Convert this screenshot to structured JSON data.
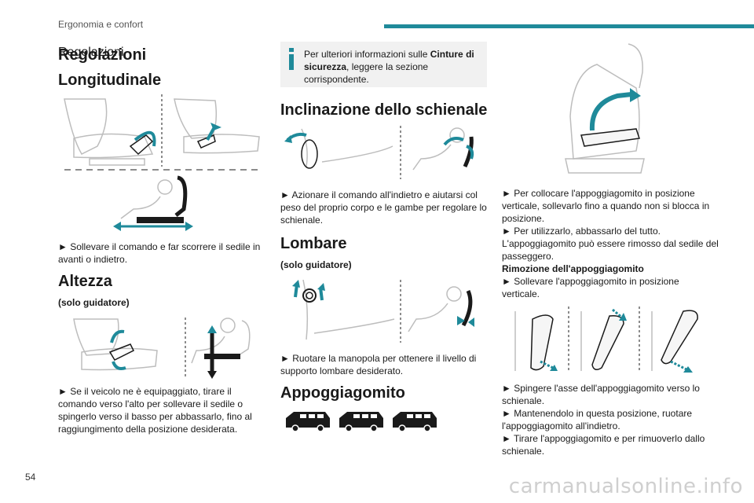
{
  "header": {
    "title": "Ergonomia e confort",
    "page_number": "54"
  },
  "watermark": "carmanualsonline.info",
  "col1": {
    "title": "Regolazioni",
    "longitudinale": {
      "heading": "Longitudinale",
      "text": "► Sollevare il comando e far scorrere il sedile in avanti o indietro."
    },
    "altezza": {
      "heading": "Altezza",
      "sub": "(solo guidatore)",
      "text": "► Se il veicolo ne è equipaggiato, tirare il comando verso l'alto per sollevare il sedile o spingerlo verso il basso per abbassarlo, fino al raggiungimento della posizione desiderata."
    }
  },
  "col2": {
    "info": {
      "text1": "Per ulteriori informazioni sulle ",
      "bold": "Cinture di sicurezza",
      "text2": ", leggere la sezione corrispondente."
    },
    "inclinazione": {
      "heading": "Inclinazione dello schienale",
      "text": "► Azionare il comando all'indietro e aiutarsi col peso del proprio corpo e le gambe per regolare lo schienale."
    },
    "lombare": {
      "heading": "Lombare",
      "sub": "(solo guidatore)",
      "text": "► Ruotare la manopola per ottenere il livello di supporto lombare desiderato."
    },
    "appoggiagomito": {
      "heading": "Appoggiagomito"
    }
  },
  "col3": {
    "p1": "► Per collocare l'appoggiagomito in posizione verticale, sollevarlo fino a quando non si blocca in posizione.",
    "p2": "► Per utilizzarlo, abbassarlo del tutto.",
    "p3": "L'appoggiagomito può essere rimosso dal sedile del passeggero.",
    "p4": "Rimozione dell'appoggiagomito",
    "p5": "► Sollevare l'appoggiagomito in posizione verticale.",
    "p6": "► Spingere l'asse dell'appoggiagomito verso lo schienale.",
    "p7": "► Mantenendolo in questa posizione, ruotare l'appoggiagomito all'indietro.",
    "p8": "► Tirare l'appoggiagomito e per rimuoverlo dallo schienale."
  },
  "colors": {
    "accent": "#1f8a9a",
    "info_bg": "#f1f1f1",
    "line": "#bdbdbd"
  }
}
